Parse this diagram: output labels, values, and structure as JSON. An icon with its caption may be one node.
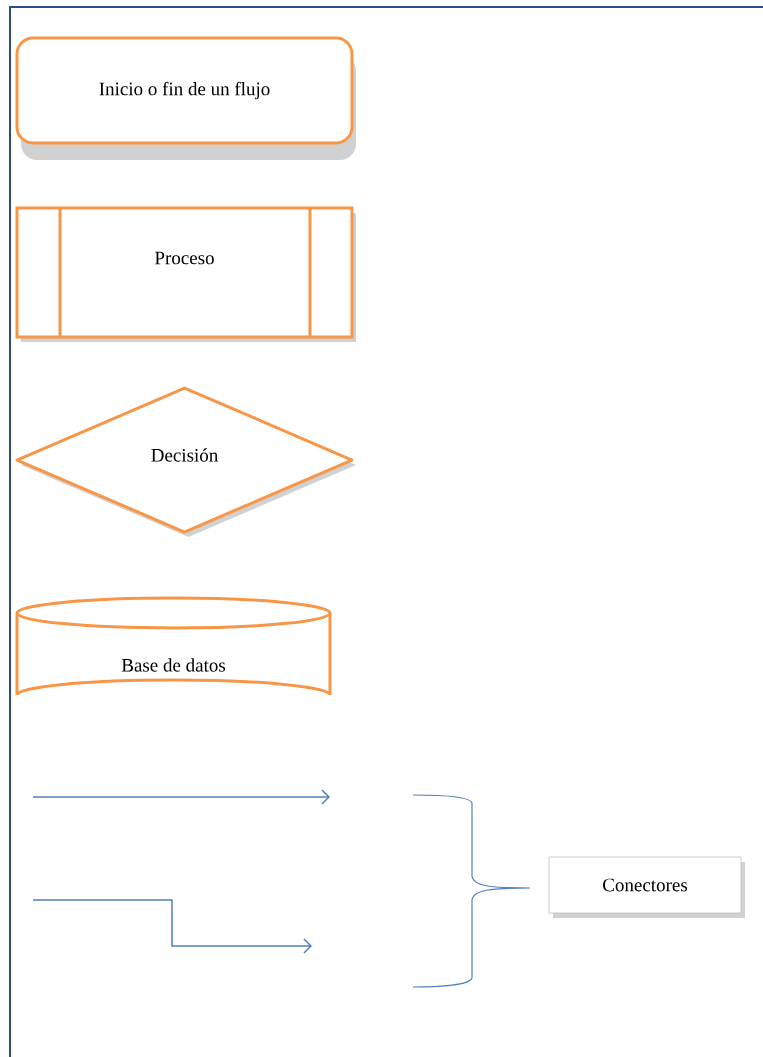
{
  "diagram": {
    "nodes": [
      {
        "text": [
          "Inicio o fin de un flujo"
        ]
      },
      {
        "text": [
          "Proceso"
        ]
      },
      {
        "text": [
          "Decisión"
        ]
      },
      {
        "text": [
          "Base de datos"
        ]
      },
      {
        "text": [
          "Conectores"
        ]
      }
    ]
  }
}
